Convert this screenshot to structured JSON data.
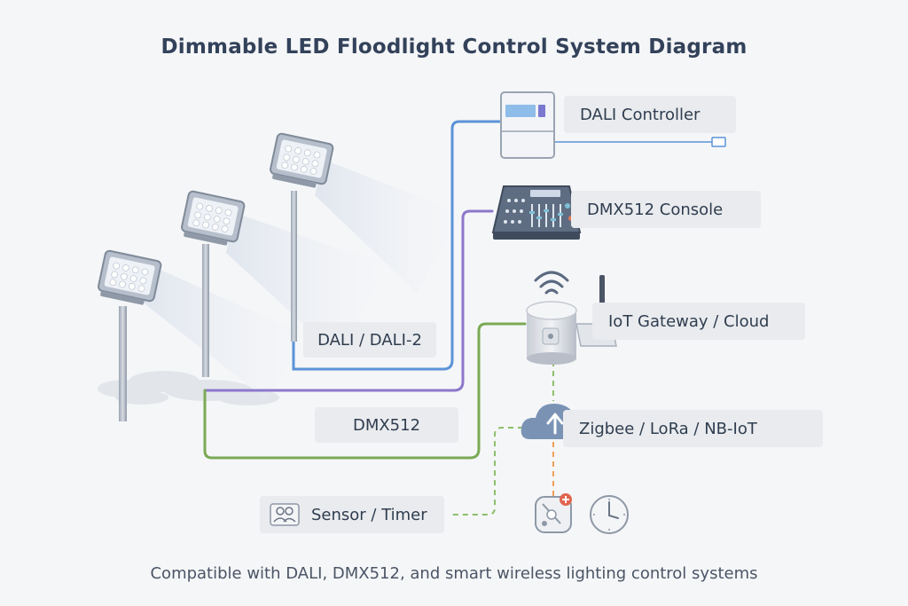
{
  "title": "Dimmable LED Floodlight Control System Diagram",
  "footer": "Compatible with DALI, DMX512, and smart wireless lighting control systems",
  "labels": {
    "dali_controller": "DALI Controller",
    "dmx512_console": "DMX512 Console",
    "iot_gateway": "IoT Gateway / Cloud",
    "zigbee": "Zigbee / LoRa / NB-IoT",
    "dali_bus": "DALI / DALI-2",
    "dmx_bus": "DMX512",
    "sensor_timer": "Sensor / Timer"
  },
  "colors": {
    "dali_line": "#5b93d8",
    "dmx_line": "#8d78cc",
    "iot_line": "#7aaa55",
    "wireless_green": "#8cbf6a",
    "wireless_orange": "#f0a05a",
    "cloud": "#7a93b5"
  },
  "icons": [
    "floodlight-icon",
    "dali-controller-icon",
    "dmx-console-icon",
    "gateway-icon",
    "wifi-icon",
    "cloud-upload-icon",
    "sensor-icon",
    "clock-icon",
    "people-icon"
  ]
}
